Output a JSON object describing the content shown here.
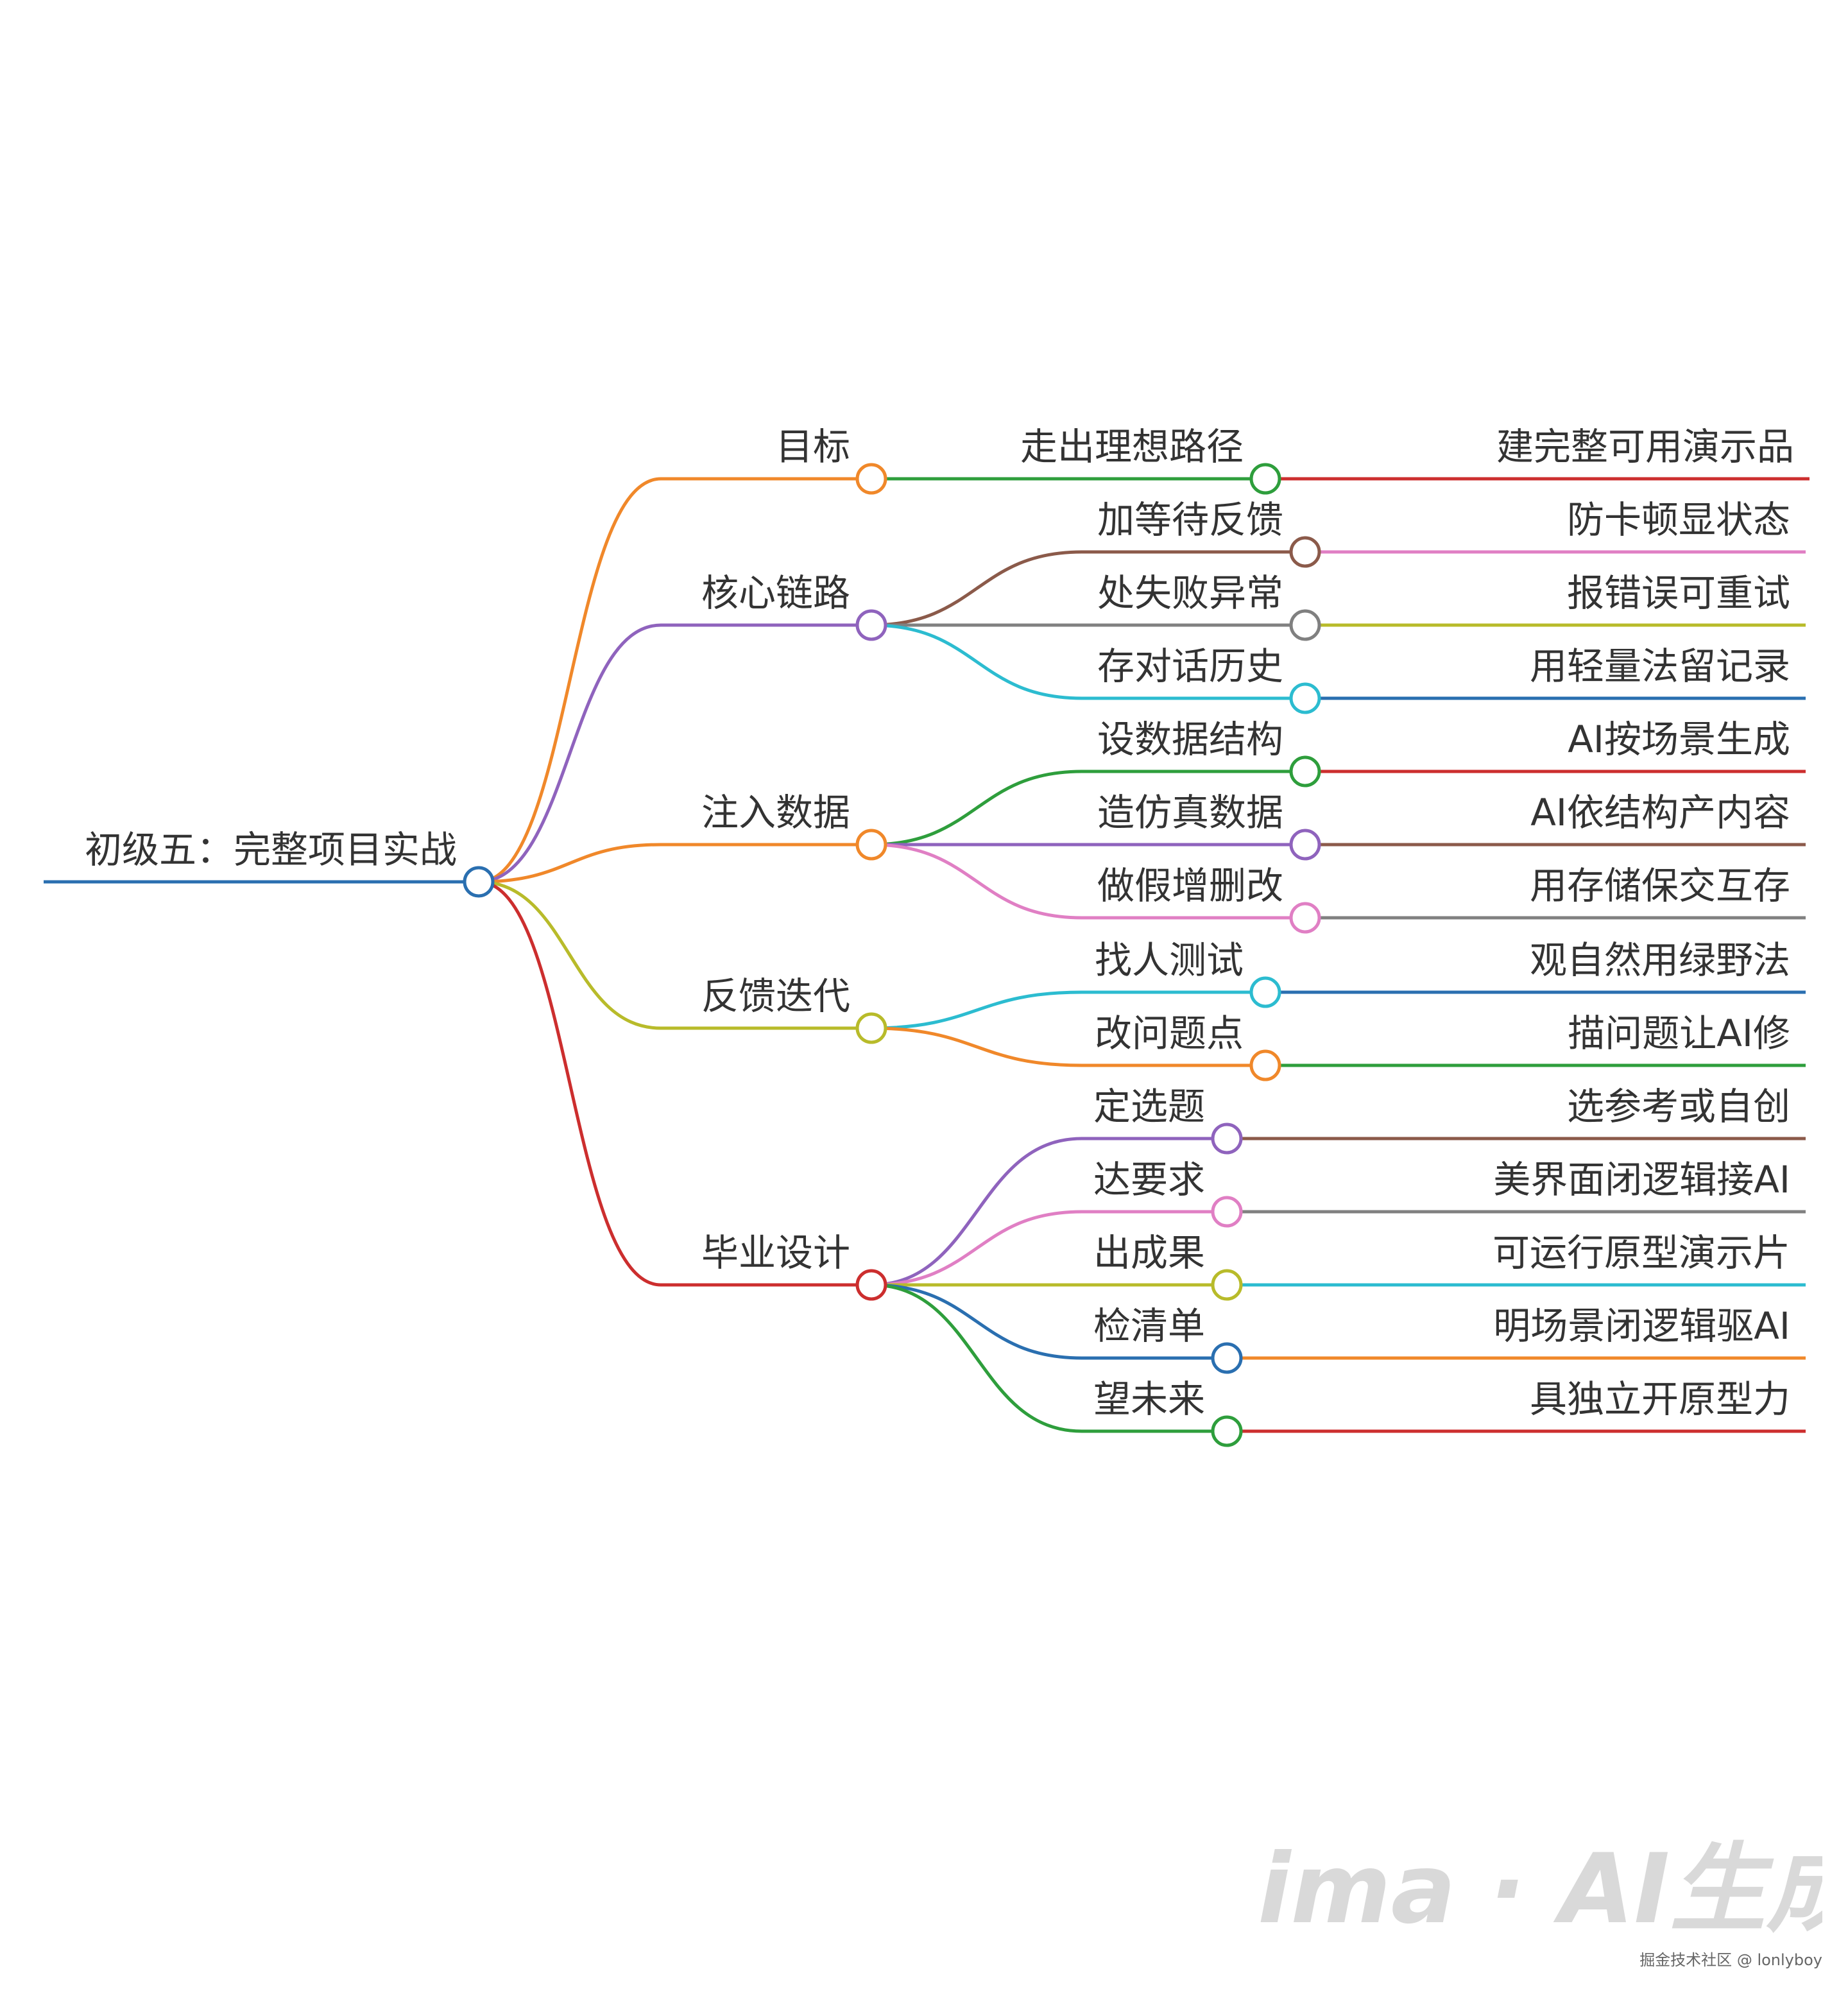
{
  "mindmap": {
    "root": {
      "label": "初级五：完整项目实战",
      "color": "#2a6fb0",
      "children": [
        {
          "label": "目标",
          "color": "#f0882a",
          "children": [
            {
              "label": "走出理想路径",
              "color": "#2e9e3c",
              "children": [
                {
                  "label": "建完整可用演示品",
                  "color": "#cc2e2e"
                }
              ]
            }
          ]
        },
        {
          "label": "核心链路",
          "color": "#8f63bd",
          "children": [
            {
              "label": "加等待反馈",
              "color": "#8b5a4a",
              "children": [
                {
                  "label": "防卡顿显状态",
                  "color": "#e07fc4"
                }
              ]
            },
            {
              "label": "处失败异常",
              "color": "#808080",
              "children": [
                {
                  "label": "报错误可重试",
                  "color": "#b8bb2a"
                }
              ]
            },
            {
              "label": "存对话历史",
              "color": "#2cbcd0",
              "children": [
                {
                  "label": "用轻量法留记录",
                  "color": "#2a6fb0"
                }
              ]
            }
          ]
        },
        {
          "label": "注入数据",
          "color": "#f0882a",
          "children": [
            {
              "label": "设数据结构",
              "color": "#2e9e3c",
              "children": [
                {
                  "label": "AI按场景生成",
                  "color": "#cc2e2e"
                }
              ]
            },
            {
              "label": "造仿真数据",
              "color": "#8f63bd",
              "children": [
                {
                  "label": "AI依结构产内容",
                  "color": "#8b5a4a"
                }
              ]
            },
            {
              "label": "做假增删改",
              "color": "#e07fc4",
              "children": [
                {
                  "label": "用存储保交互存",
                  "color": "#808080"
                }
              ]
            }
          ]
        },
        {
          "label": "反馈迭代",
          "color": "#b8bb2a",
          "children": [
            {
              "label": "找人测试",
              "color": "#2cbcd0",
              "children": [
                {
                  "label": "观自然用绿野法",
                  "color": "#2a6fb0"
                }
              ]
            },
            {
              "label": "改问题点",
              "color": "#f0882a",
              "children": [
                {
                  "label": "描问题让AI修",
                  "color": "#2e9e3c"
                }
              ]
            }
          ]
        },
        {
          "label": "毕业设计",
          "color": "#cc2e2e",
          "children": [
            {
              "label": "定选题",
              "color": "#8f63bd",
              "children": [
                {
                  "label": "选参考或自创",
                  "color": "#8b5a4a"
                }
              ]
            },
            {
              "label": "达要求",
              "color": "#e07fc4",
              "children": [
                {
                  "label": "美界面闭逻辑接AI",
                  "color": "#808080"
                }
              ]
            },
            {
              "label": "出成果",
              "color": "#b8bb2a",
              "children": [
                {
                  "label": "可运行原型演示片",
                  "color": "#2cbcd0"
                }
              ]
            },
            {
              "label": "检清单",
              "color": "#2a6fb0",
              "children": [
                {
                  "label": "明场景闭逻辑驱AI",
                  "color": "#f0882a"
                }
              ]
            },
            {
              "label": "望未来",
              "color": "#2e9e3c",
              "children": [
                {
                  "label": "具独立开原型力",
                  "color": "#cc2e2e"
                }
              ]
            }
          ]
        }
      ]
    }
  },
  "watermark": {
    "text": "ima · AI生成",
    "color": "#d9d9d9"
  },
  "credit": "掘金技术社区 @ lonlyboy"
}
